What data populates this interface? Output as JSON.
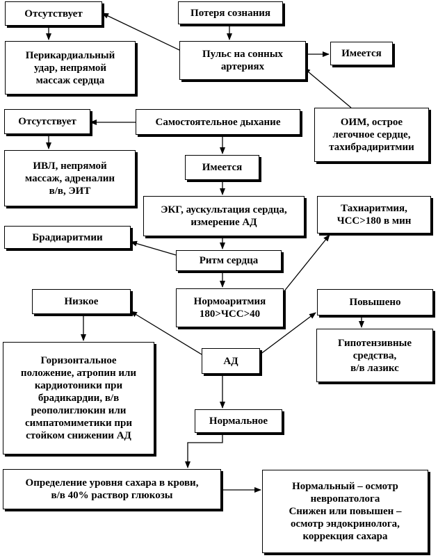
{
  "nodes": {
    "loss_of_consciousness": "Потеря сознания",
    "carotid_pulse": "Пульс на сонных\nартериях",
    "pulse_absent": "Отсутствует",
    "pulse_present": "Имеется",
    "cardiac_massage": "Перикардиальный\nудар, непрямой\nмассаж сердца",
    "ami_causes": "ОИМ, острое\nлегочное сердце,\nтахибрадиритмии",
    "spontaneous_breathing": "Самостоятельное дыхание",
    "breathing_absent": "Отсутствует",
    "ventilation": "ИВЛ, непрямой\nмассаж, адреналин\nв/в, ЭИТ",
    "breathing_present": "Имеется",
    "ecg": "ЭКГ, аускультация сердца,\nизмерение АД",
    "tachyarrhythmia": "Тахиаритмия,\nЧСС>180 в мин",
    "bradyarrhythmia": "Брадиаритмии",
    "heart_rhythm": "Ритм сердца",
    "normoarrhythmia": "Нормоаритмия\n180>ЧСС>40",
    "bp_low": "Низкое",
    "bp_high": "Повышено",
    "bp": "АД",
    "low_bp_treatment": "Горизонтальное\nположение, атропин или\nкардиотоники при\nбрадикардии, в/в\nреополиглюкин или\nсимпатомиметики при\nстойком снижении АД",
    "hypotensive": "Гипотензивные\nсредства,\nв/в лазикс",
    "bp_normal": "Нормальное",
    "blood_sugar": "Определение уровня сахара в крови,\nв/в 40% раствор глюкозы",
    "consult": "Нормальный – осмотр\nневропатолога\nСнижен или повышен –\nосмотр эндокринолога,\nкоррекция сахара"
  }
}
